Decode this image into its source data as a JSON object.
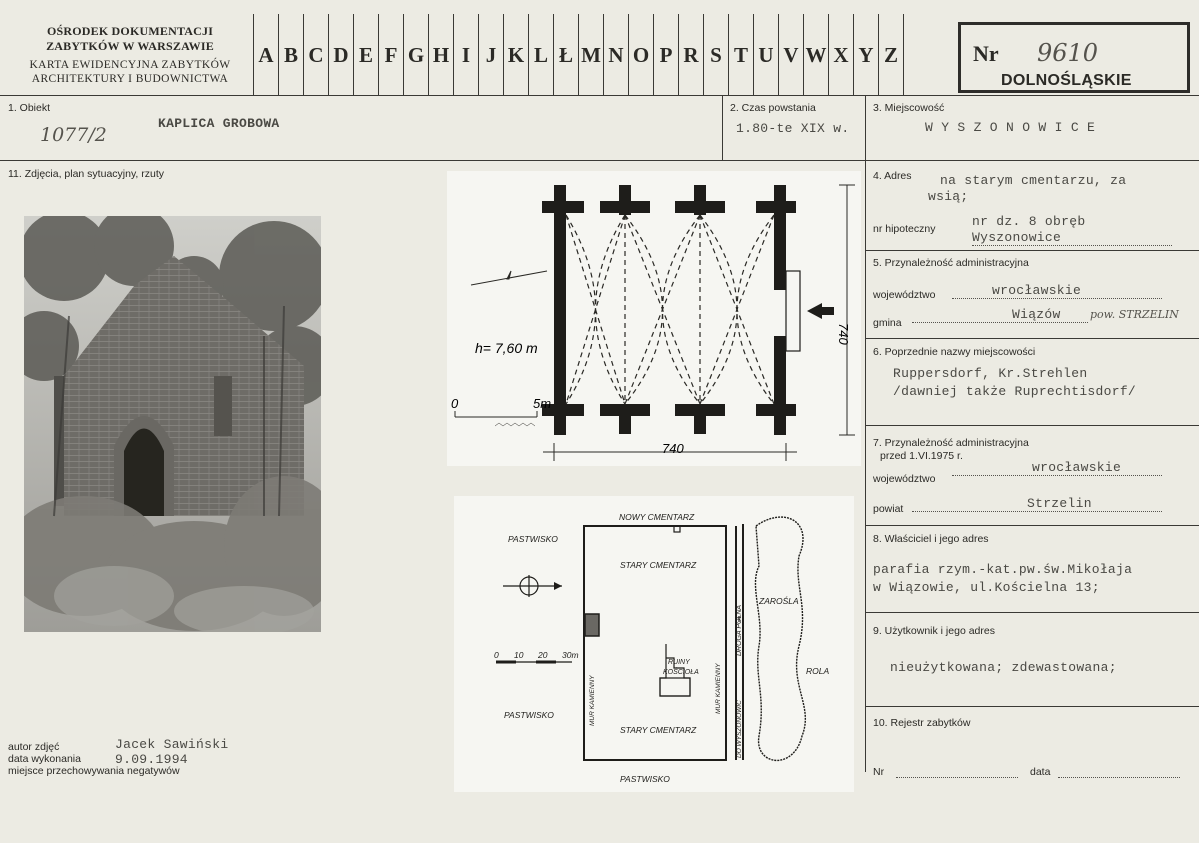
{
  "header": {
    "org_line1": "OŚRODEK DOKUMENTACJI",
    "org_line2": "ZABYTKÓW W WARSZAWIE",
    "karta_line1": "KARTA EWIDENCYJNA ZABYTKÓW",
    "karta_line2": "ARCHITEKTURY I BUDOWNICTWA",
    "letters": [
      "A",
      "B",
      "C",
      "D",
      "E",
      "F",
      "G",
      "H",
      "I",
      "J",
      "K",
      "L",
      "Ł",
      "M",
      "N",
      "O",
      "P",
      "R",
      "S",
      "T",
      "U",
      "V",
      "W",
      "X",
      "Y",
      "Z"
    ],
    "nr_label": "Nr",
    "nr_value": "9610",
    "region": "DOLNOŚLĄSKIE"
  },
  "fields": {
    "obiekt_label": "1. Obiekt",
    "obiekt_code": "1077/2",
    "obiekt_value": "KAPLICA GROBOWA",
    "czas_label": "2. Czas powstania",
    "czas_value": "1.80-te XIX w.",
    "miejscowosc_label": "3. Miejscowość",
    "miejscowosc_value": "W Y S Z O N O W I C E",
    "zdjecia_label": "11. Zdjęcia, plan sytuacyjny, rzuty",
    "adres_label": "4. Adres",
    "adres_value_1": "na starym cmentarzu, za",
    "adres_value_2": "wsią;",
    "hipoteczny_label": "nr hipoteczny",
    "hipoteczny_value_1": "nr dz. 8 obręb",
    "hipoteczny_value_2": "Wyszonowice",
    "przynal_label": "5. Przynależność administracyjna",
    "woj_label": "województwo",
    "woj_value": "wrocławskie",
    "gmina_label": "gmina",
    "gmina_value": "Wiązów",
    "gmina_hand": "pow. STRZELIN",
    "poprz_label": "6. Poprzednie nazwy miejscowości",
    "poprz_value_1": "Ruppersdorf, Kr.Strehlen",
    "poprz_value_2": "/dawniej także Ruprechtisdorf/",
    "przynal2_label_1": "7. Przynależność administracyjna",
    "przynal2_label_2": "przed 1.VI.1975 r.",
    "woj2_label": "województwo",
    "woj2_value": "wrocławskie",
    "powiat_label": "powiat",
    "powiat_value": "Strzelin",
    "wlasciciel_label": "8. Właściciel i jego adres",
    "wlasciciel_value_1": "parafia rzym.-kat.pw.św.Mikołaja",
    "wlasciciel_value_2": "w Wiązowie, ul.Kościelna 13;",
    "uzytkownik_label": "9. Użytkownik i jego adres",
    "uzytkownik_value": "nieużytkowana; zdewastowana;",
    "rejestr_label": "10. Rejestr zabytków",
    "nr_label": "Nr",
    "data_label": "data"
  },
  "footer": {
    "autor_label": "autor zdjęć",
    "autor_value": "Jacek Sawiński",
    "data_label": "data wykonania",
    "data_value": "9.09.1994",
    "miejsce_label": "miejsce przechowywania negatywów"
  },
  "plan": {
    "height_label": "h= 7,60 m",
    "scale_0": "0",
    "scale_5": "5m",
    "dim_bottom": "740",
    "dim_right": "740"
  },
  "site": {
    "nowy": "NOWY CMENTARZ",
    "stary_top": "STARY CMENTARZ",
    "stary_bottom": "STARY CMENTARZ",
    "pastwisko_tl": "PASTWISKO",
    "pastwisko_bl": "PASTWISKO",
    "pastwisko_b": "PASTWISKO",
    "zarosla": "ZAROŚLA",
    "rola": "ROLA",
    "ruiny": "RUINY",
    "kosciola": "KOŚCIOŁA",
    "mur_l": "MUR KAMIENNY",
    "mur_r": "MUR KAMIENNY",
    "droga": "DROGA POLNA",
    "do": "DO WYSZONOWIC",
    "scale": [
      "0",
      "10",
      "20",
      "30m"
    ]
  }
}
